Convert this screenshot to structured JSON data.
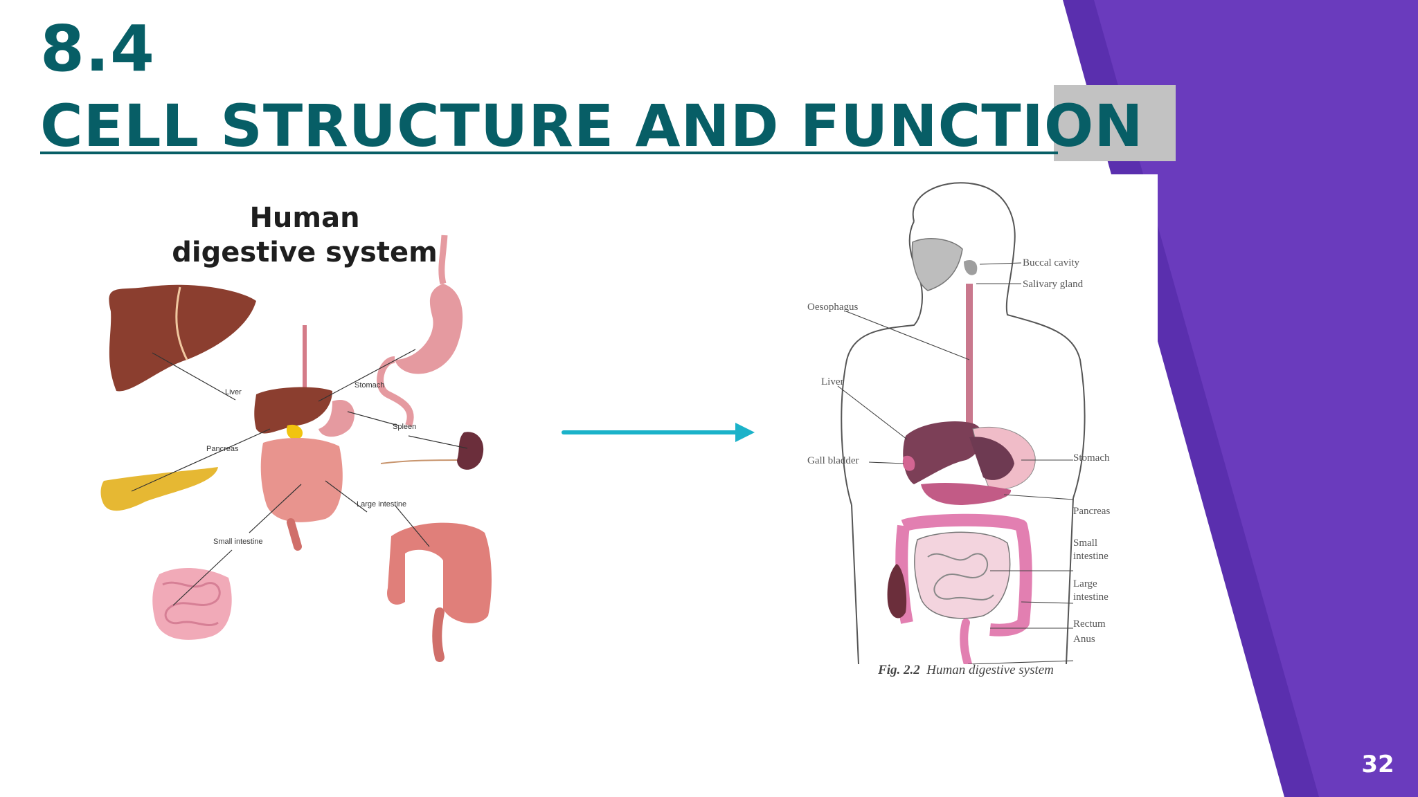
{
  "slide": {
    "number_label": "8.4",
    "title": "CELL STRUCTURE AND FUNCTION",
    "page_number": "32",
    "colors": {
      "title": "#075e66",
      "accent_purple": "#6a3bbd",
      "arrow": "#1bb2c9"
    }
  },
  "left_diagram": {
    "title_line1": "Human",
    "title_line2": "digestive system",
    "labels": {
      "liver": "Liver",
      "stomach": "Stomach",
      "spleen": "Spleen",
      "pancreas": "Pancreas",
      "large_intestine": "Large intestine",
      "small_intestine": "Small intestine"
    }
  },
  "right_diagram": {
    "labels": {
      "buccal_cavity": "Buccal cavity",
      "salivary_gland": "Salivary gland",
      "oesophagus": "Oesophagus",
      "liver": "Liver",
      "gall_bladder": "Gall bladder",
      "stomach": "Stomach",
      "pancreas": "Pancreas",
      "small_1": "Small",
      "small_2": "intestine",
      "large_1": "Large",
      "large_2": "intestine",
      "rectum": "Rectum",
      "anus": "Anus"
    },
    "caption_fig": "Fig. 2.2",
    "caption_text": "Human digestive system"
  }
}
